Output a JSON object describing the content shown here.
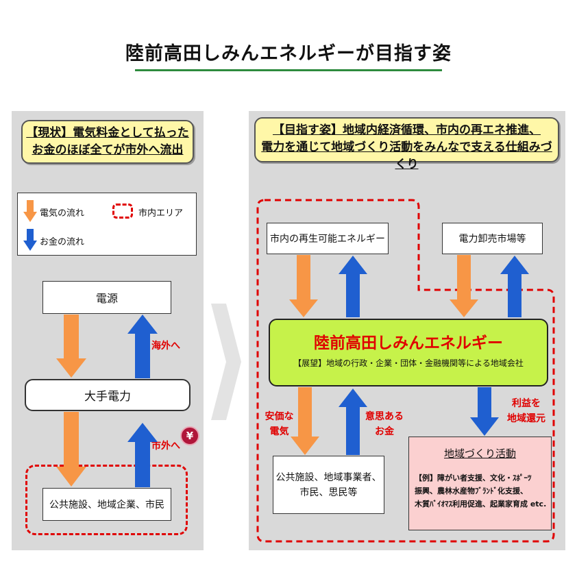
{
  "title": "陸前高田しみんエネルギーが目指す姿",
  "left": {
    "header_line1": "【現状】電気料金として払った",
    "header_line2": "お金のほぼ全てが市外へ流出",
    "legend": {
      "electricity": "電気の流れ",
      "money": "お金の流れ",
      "area": "市内エリア"
    },
    "source": "電源",
    "utility": "大手電力",
    "consumers": "公共施設、地域企業、市民",
    "overseas_label": "海外へ",
    "outside_label": "市外へ",
    "yen_symbol": "¥"
  },
  "right": {
    "header_line1": "【目指す姿】地域内経済循環、市内の再エネ推進、",
    "header_line2": "電力を通じて地域づくり活動をみんなで支える仕組みづくり",
    "renewable": "市内の再生可能エネルギー",
    "wholesale": "電力卸売市場等",
    "company_name": "陸前高田しみんエネルギー",
    "company_vision": "【展望】地域の行政・企業・団体・金融機関等による地域会社",
    "cheap_label_1": "安価な",
    "cheap_label_2": "電気",
    "willing_label_1": "意思ある",
    "willing_label_2": "お金",
    "return_label_1": "利益を",
    "return_label_2": "地域還元",
    "consumers_line1": "公共施設、地域事業者、",
    "consumers_line2": "市民、思民等",
    "activity_title": "地域づくり活動",
    "activity_line1": "【例】障がい者支援、文化・ｽﾎﾟｰﾂ",
    "activity_line2": "振興、農林水産物ﾌﾞﾗﾝﾄﾞ化支援、",
    "activity_line3": "木質ﾊﾞｲｵﾏｽ利用促進、起業家育成 etc."
  },
  "colors": {
    "electricity_arrow": "#f79646",
    "money_arrow": "#1f5fd0",
    "area_border": "#e00000",
    "company_fill": "#c6f24a",
    "activity_fill": "#fbd0d0",
    "header_fill": "#fff7a8"
  }
}
